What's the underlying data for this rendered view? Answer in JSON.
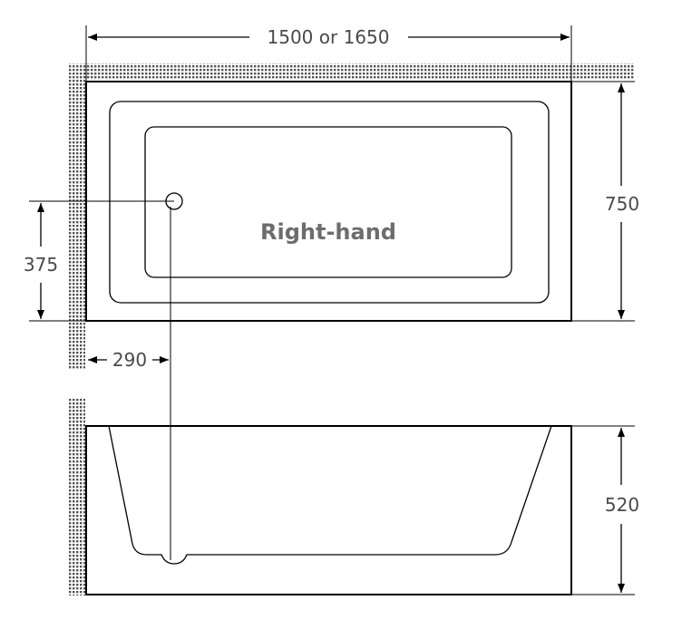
{
  "diagram": {
    "label": "Right-hand",
    "dimensions": {
      "width": "1500 or 1650",
      "depth": "750",
      "waste_from_wall": "375",
      "waste_from_end": "290",
      "height": "520"
    }
  }
}
